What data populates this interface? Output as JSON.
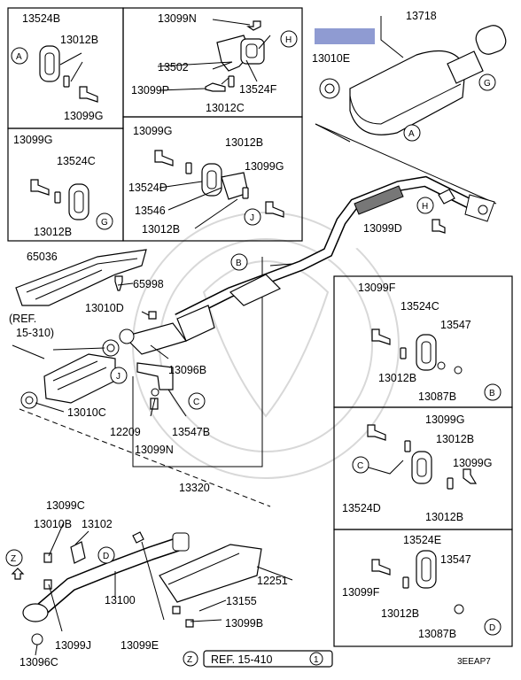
{
  "diagram": {
    "code": "3EEAP7",
    "ref_text": "REF. 15-410",
    "ref_bottom_letter": "Z",
    "ref_bottom_num": "1",
    "ref_left_line1": "(REF.",
    "ref_left_line2": "15-310)",
    "highlight_color": "#8f9bd2"
  },
  "labels": {
    "p13524B": "13524B",
    "p13012B_a": "13012B",
    "p13099G_a": "13099G",
    "p13099N_a": "13099N",
    "p13502": "13502",
    "p13524F": "13524F",
    "p13099P": "13099P",
    "p13012C": "13012C",
    "p13718": "13718",
    "p13010E": "13010E",
    "p13099G_b": "13099G",
    "p13524C_a": "13524C",
    "p13012B_b": "13012B",
    "p13099G_c": "13099G",
    "p13012B_c": "13012B",
    "p13099G_d": "13099G",
    "p13524D_a": "13524D",
    "p13546": "13546",
    "p13012B_d": "13012B",
    "p13099D": "13099D",
    "p65036": "65036",
    "p65998": "65998",
    "p13010D": "13010D",
    "p13096B": "13096B",
    "p13010C": "13010C",
    "p12209": "12209",
    "p13547B": "13547B",
    "p13099N_b": "13099N",
    "p13320": "13320",
    "p13099F_a": "13099F",
    "p13524C_b": "13524C",
    "p13547_a": "13547",
    "p13012B_e": "13012B",
    "p13087B_a": "13087B",
    "p13099G_e": "13099G",
    "p13012B_f": "13012B",
    "p13099G_f": "13099G",
    "p13524D_b": "13524D",
    "p13012B_g": "13012B",
    "p13524E": "13524E",
    "p13547_b": "13547",
    "p13099F_b": "13099F",
    "p13012B_h": "13012B",
    "p13087B_b": "13087B",
    "p13099C": "13099C",
    "p13010B": "13010B",
    "p13102": "13102",
    "p12251": "12251",
    "p13100": "13100",
    "p13155": "13155",
    "p13099J": "13099J",
    "p13099E": "13099E",
    "p13099B": "13099B",
    "p13096C": "13096C"
  },
  "callouts": {
    "A": "A",
    "B": "B",
    "C": "C",
    "D": "D",
    "G": "G",
    "H": "H",
    "J": "J",
    "Z": "Z"
  }
}
